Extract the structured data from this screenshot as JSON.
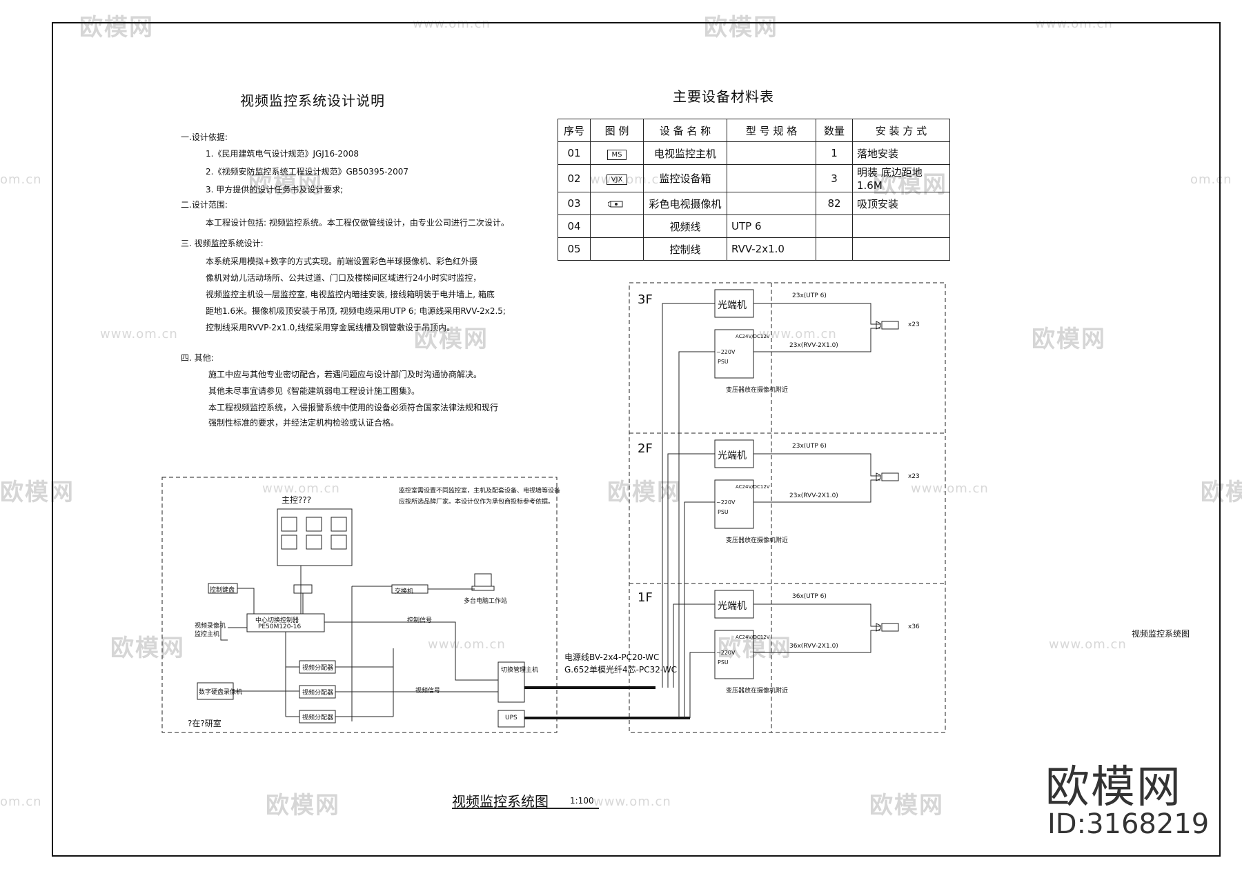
{
  "watermark": {
    "brand": "欧模网",
    "url": "www.om.cn",
    "url_short": "om.cn",
    "id": "ID:3168219"
  },
  "notes": {
    "title": "视频监控系统设计说明",
    "lines": [
      "一.设计依据:",
      "1.《民用建筑电气设计规范》JGJ16-2008",
      "2.《视频安防监控系统工程设计规范》GB50395-2007",
      "3. 甲方提供的设计任务书及设计要求;",
      "二.设计范围:",
      "本工程设计包括: 视频监控系统。本工程仅做管线设计，由专业公司进行二次设计。",
      "三. 视频监控系统设计:",
      "本系统采用模拟+数字的方式实现。前端设置彩色半球摄像机、彩色红外摄",
      "像机对幼儿活动场所、公共过道、门口及楼梯间区域进行24小时实时监控，",
      "视频监控主机设一层监控室, 电视监控内暗挂安装, 接线箱明装于电井墙上, 箱底",
      "距地1.6米。摄像机吸顶安装于吊顶, 视频电缆采用UTP 6; 电源线采用RVV-2x2.5;",
      "控制线采用RVVP-2x1.0,线缆采用穿金属线槽及钢管敷设于吊顶内。",
      "四. 其他:",
      "施工中应与其他专业密切配合，若遇问题应与设计部门及时沟通协商解决。",
      "其他未尽事宜请参见《智能建筑弱电工程设计施工图集》。",
      "本工程视频监控系统，入侵报警系统中使用的设备必须符合国家法律法规和现行",
      "强制性标准的要求，并经法定机构检验或认证合格。"
    ]
  },
  "bom": {
    "title": "主要设备材料表",
    "headers": [
      "序号",
      "图 例",
      "设 备 名 称",
      "型 号 规 格",
      "数量",
      "安 装 方 式"
    ],
    "rows": [
      {
        "no": "01",
        "symbol": "MS",
        "name": "电视监控主机",
        "model": "",
        "qty": "1",
        "mount": "落地安装"
      },
      {
        "no": "02",
        "symbol": "VJX",
        "name": "监控设备箱",
        "model": "",
        "qty": "3",
        "mount": "明装 底边距地1.6M"
      },
      {
        "no": "03",
        "symbol": "cam",
        "name": "彩色电视摄像机",
        "model": "",
        "qty": "82",
        "mount": "吸顶安装"
      },
      {
        "no": "04",
        "symbol": "",
        "name": "视频线",
        "model": "UTP 6",
        "qty": "",
        "mount": ""
      },
      {
        "no": "05",
        "symbol": "",
        "name": "控制线",
        "model": "RVV-2x1.0",
        "qty": "",
        "mount": ""
      }
    ]
  },
  "diagram": {
    "title": "视频监控系统图",
    "scale": "1:100",
    "side_label": "视频监控系统图",
    "control_room": {
      "label": "?在?研室",
      "note_line1": "监控室需设置不同监控室，主机及配套设备、电视墙等设备",
      "note_line2": "应按所选品牌厂家。本设计仅作为承包商投标参考依据。",
      "monitor_wall": "主控???",
      "matrix_line1": "中心切换控制器",
      "matrix_line2": "PE50M120-16",
      "keyboard": "控制键盘",
      "dvr_label": "数字硬盘录像机",
      "distributor": "视频分配器",
      "left_box_top": "视频录像机",
      "left_box_mid": "监控主机",
      "pc_label": "多台电脑工作站",
      "pc_net": "交换机",
      "net_label": "控制信号",
      "video_label": "视频信号",
      "tv_label": "切换管理主机",
      "ups": "UPS"
    },
    "trunk": {
      "line1": "电源线BV-2x4-PC20-WC",
      "line2": "G.652单模光纤4芯-PC32-WC"
    },
    "floors": [
      {
        "name": "3F",
        "converter": "光端机",
        "utp": "23x(UTP 6)",
        "rvv": "23x(RVV-2X1.0)",
        "cams": "x23",
        "psu_in": "~220V",
        "psu": "PSU",
        "psu_out": "AC24V/DC12V",
        "box": "变压器放在摄像机附近"
      },
      {
        "name": "2F",
        "converter": "光端机",
        "utp": "23x(UTP 6)",
        "rvv": "23x(RVV-2X1.0)",
        "cams": "x23",
        "psu_in": "~220V",
        "psu": "PSU",
        "psu_out": "AC24V/DC12V",
        "box": "变压器放在摄像机附近"
      },
      {
        "name": "1F",
        "converter": "光端机",
        "utp": "36x(UTP 6)",
        "rvv": "36x(RVV-2X1.0)",
        "cams": "x36",
        "psu_in": "~220V",
        "psu": "PSU",
        "psu_out": "AC24V/DC12V",
        "box": "变压器放在摄像机附近"
      }
    ]
  }
}
